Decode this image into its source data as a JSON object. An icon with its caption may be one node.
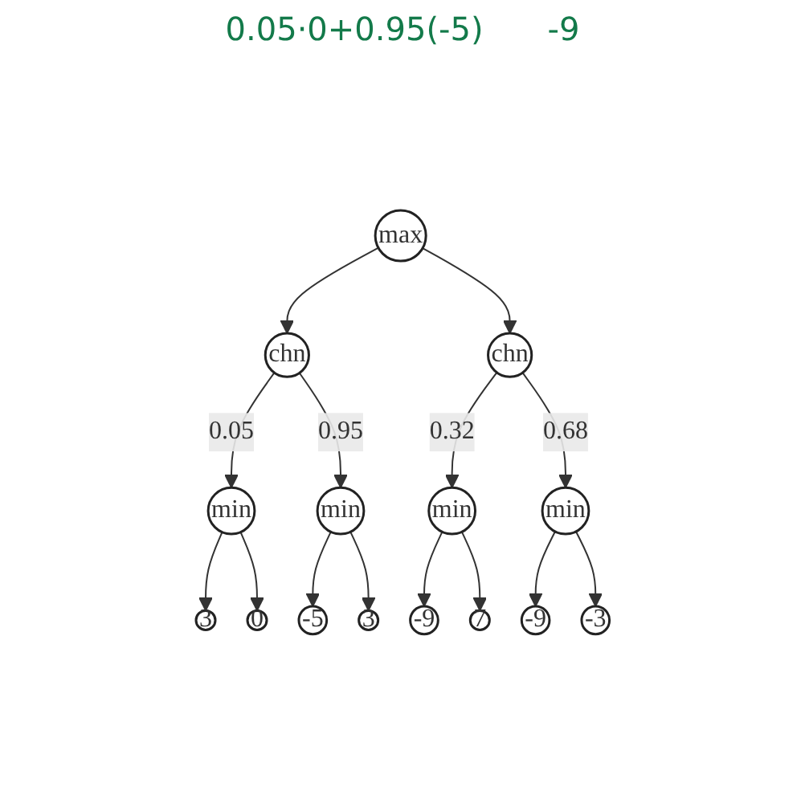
{
  "diagram": {
    "nodes": [
      {
        "text": [
          "max"
        ]
      },
      {
        "text": [
          "chn"
        ]
      },
      {
        "text": [
          "chn"
        ]
      },
      {
        "text": [
          "min"
        ]
      },
      {
        "text": [
          "min"
        ]
      },
      {
        "text": [
          "min"
        ]
      },
      {
        "text": [
          "min"
        ]
      },
      {
        "text": [
          "3"
        ]
      },
      {
        "text": [
          "0"
        ]
      },
      {
        "text": [
          "-5"
        ]
      },
      {
        "text": [
          "3"
        ]
      },
      {
        "text": [
          "-9"
        ]
      },
      {
        "text": [
          "7"
        ]
      },
      {
        "text": [
          "-9"
        ]
      },
      {
        "text": [
          "-3"
        ]
      }
    ],
    "edges": [
      {
        "from": 0,
        "to": 1,
        "arrow": "to"
      },
      {
        "from": 0,
        "to": 2,
        "arrow": "to"
      },
      {
        "from": 1,
        "to": 3,
        "arrow": "to",
        "label": "0.05"
      },
      {
        "from": 1,
        "to": 4,
        "arrow": "to",
        "label": "0.95"
      },
      {
        "from": 2,
        "to": 5,
        "arrow": "to",
        "label": "0.32"
      },
      {
        "from": 2,
        "to": 6,
        "arrow": "to",
        "label": "0.68"
      },
      {
        "from": 3,
        "to": 7,
        "arrow": "to"
      },
      {
        "from": 3,
        "to": 8,
        "arrow": "to"
      },
      {
        "from": 4,
        "to": 9,
        "arrow": "to"
      },
      {
        "from": 4,
        "to": 10,
        "arrow": "to"
      },
      {
        "from": 5,
        "to": 11,
        "arrow": "to"
      },
      {
        "from": 5,
        "to": 12,
        "arrow": "to"
      },
      {
        "from": 6,
        "to": 13,
        "arrow": "to"
      },
      {
        "from": 6,
        "to": 14,
        "arrow": "to"
      }
    ],
    "labels": [
      "0.05·0+0.95(-5)",
      "-9"
    ]
  }
}
